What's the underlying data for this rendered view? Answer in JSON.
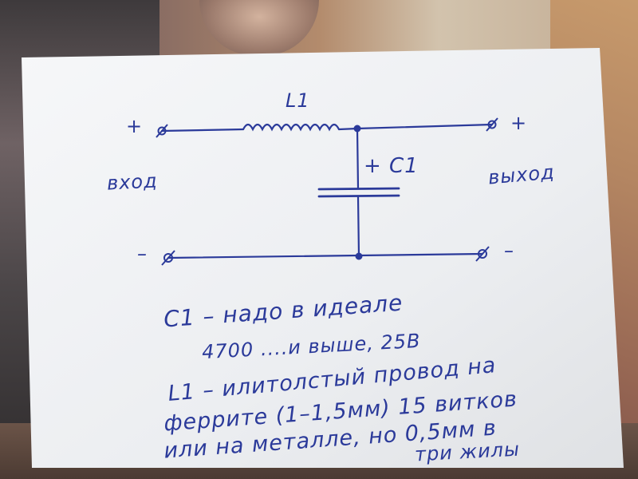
{
  "schematic": {
    "inductor_label": "L1",
    "capacitor_label": "+ C1",
    "input_plus": "+",
    "output_plus": "+",
    "input_minus": "–",
    "output_minus": "–",
    "input_label": "вход",
    "output_label": "выход"
  },
  "notes": {
    "line1": "C1 – надо в идеале",
    "line2": "4700 ....и выше, 25В",
    "line3": "L1 – илитолстый провод на",
    "line4": "феррите (1–1,5мм) 15 витков",
    "line5": "или на металле, но 0,5мм в",
    "line6": "три жилы"
  },
  "colors": {
    "ink": "#2b3a9a",
    "paper": "#f3f4f6"
  }
}
